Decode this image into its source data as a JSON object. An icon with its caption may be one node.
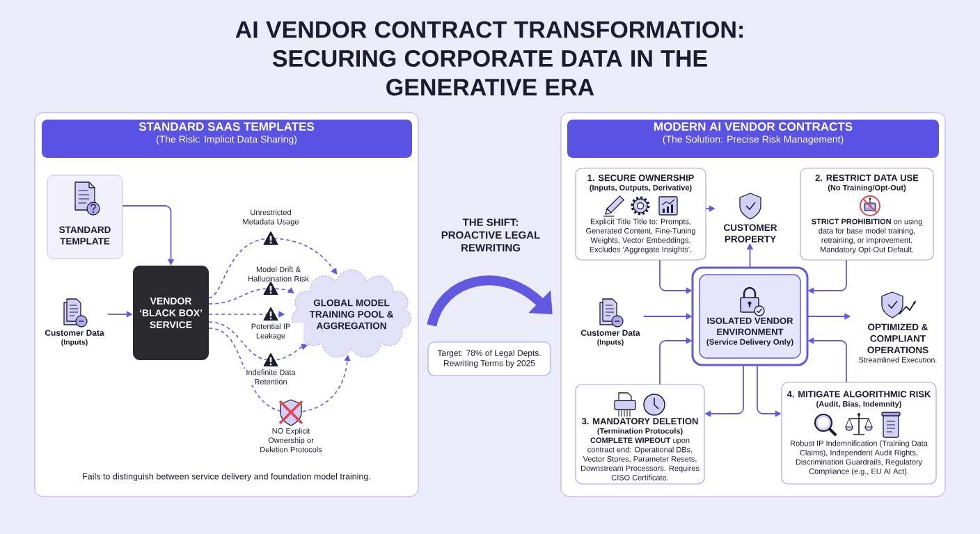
{
  "diagram": {
    "title": "AI VENDOR CONTRACT TRANSFORMATION: SECURING CORPORATE DATA IN THE GENERATIVE ERA",
    "nodes": [
      {
        "text": [
          "STANDARD SAAS TEMPLATES",
          "(The Risk: Implicit Data Sharing)",
          "Fails to distinguish between service delivery and foundation model training."
        ]
      },
      {
        "text": [
          "STANDARD TEMPLATE"
        ],
        "in": 0
      },
      {
        "text": [
          "Customer Data",
          "(Inputs)"
        ],
        "in": 0
      },
      {
        "text": [
          "VENDOR ‘BLACK BOX’ SERVICE"
        ],
        "in": 0
      },
      {
        "text": [
          "GLOBAL MODEL TRAINING POOL & AGGREGATION"
        ],
        "in": 0
      },
      {
        "text": [
          "THE SHIFT: PROACTIVE LEGAL REWRITING"
        ]
      },
      {
        "text": [
          "Target: 78% of Legal Depts. Rewriting Terms by 2025"
        ]
      },
      {
        "text": [
          "MODERN AI VENDOR CONTRACTS",
          "(The Solution: Precise Risk Management)"
        ]
      },
      {
        "text": [
          "1. SECURE OWNERSHIP",
          "(Inputs, Outputs, Derivative)",
          "Explicit Title Title to: Prompts, Generated Content, Fine-Tuning Weights, Vector Embeddings. Excludes ‘Aggregate Insights’."
        ],
        "in": 7
      },
      {
        "text": [
          "CUSTOMER PROPERTY"
        ],
        "in": 7
      },
      {
        "text": [
          "2. RESTRICT DATA USE",
          "(No Training/Opt-Out)",
          "**STRICT PROHIBITION** on using data for base model training, retraining, or improvement. Mandatory Opt-Out Default."
        ],
        "in": 7
      },
      {
        "text": [
          "Customer Data",
          "(Inputs)"
        ],
        "in": 7
      },
      {
        "text": [
          "ISOLATED VENDOR ENVIRONMENT",
          "(Service Delivery Only)"
        ],
        "in": 7
      },
      {
        "text": [
          "OPTIMIZED & COMPLIANT OPERATIONS",
          "Streamlined Execution."
        ],
        "in": 7
      },
      {
        "text": [
          "3. MANDATORY DELETION",
          "(Termination Protocols)",
          "**COMPLETE WIPEOUT** upon contract end: Operational DBs, Vector Stores, Parameter Resets, Downstream Processors. Requires CISO Certificate."
        ],
        "in": 7
      },
      {
        "text": [
          "4. MITIGATE ALGORITHMIC RISK",
          "(Audit, Bias, Indemnity)",
          "Robust IP Indemnification (Training Data Claims), Independent Audit Rights, Discrimination Guardrails, Regulatory Compliance (e.g., EU AI Act)."
        ],
        "in": 7
      }
    ],
    "edges": [
      {
        "from": 1,
        "to": 3,
        "arrow": "to"
      },
      {
        "from": 2,
        "to": 3,
        "arrow": "to"
      },
      {
        "from": 3,
        "to": 4,
        "arrow": "to",
        "style": "dashed",
        "label": "Unrestricted Metadata Usage"
      },
      {
        "from": 3,
        "to": 4,
        "arrow": "to",
        "style": "dashed",
        "label": "Model Drift & Hallucination Risk"
      },
      {
        "from": 3,
        "to": 4,
        "arrow": "to",
        "style": "dashed",
        "label": "Potential IP Leakage"
      },
      {
        "from": 3,
        "to": 4,
        "arrow": "to",
        "style": "dashed",
        "label": "Indefinite Data Retention"
      },
      {
        "from": 3,
        "to": 4,
        "arrow": "to",
        "style": "dashed",
        "label": "NO Explicit Ownership or Deletion Protocols"
      },
      {
        "from": 0,
        "to": 7,
        "arrow": "to",
        "style": "thick"
      },
      {
        "from": 8,
        "to": 9,
        "arrow": "to"
      },
      {
        "from": 12,
        "to": 9,
        "arrow": "to"
      },
      {
        "from": 8,
        "to": 12,
        "arrow": "to"
      },
      {
        "from": 10,
        "to": 12,
        "arrow": "to"
      },
      {
        "from": 11,
        "to": 12,
        "arrow": "to"
      },
      {
        "from": 12,
        "to": 13,
        "arrow": "to"
      },
      {
        "from": 14,
        "to": 12,
        "arrow": "to"
      },
      {
        "from": 15,
        "to": 12,
        "arrow": "to"
      },
      {
        "from": 12,
        "to": 14,
        "arrow": "to"
      },
      {
        "from": 12,
        "to": 15,
        "arrow": "to"
      }
    ]
  }
}
